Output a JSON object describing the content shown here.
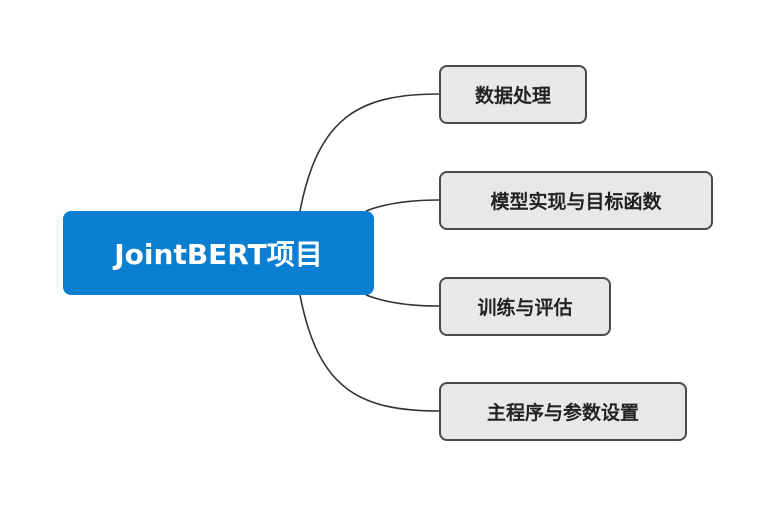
{
  "root": {
    "label": "JointBERT项目"
  },
  "branches": [
    {
      "label": "数据处理"
    },
    {
      "label": "模型实现与目标函数"
    },
    {
      "label": "训练与评估"
    },
    {
      "label": "主程序与参数设置"
    }
  ],
  "colors": {
    "root_fill": "#0a7ed0",
    "root_text": "#ffffff",
    "branch_fill": "#e8e8e8",
    "branch_border": "#4a4a4a",
    "connector": "#333333"
  }
}
